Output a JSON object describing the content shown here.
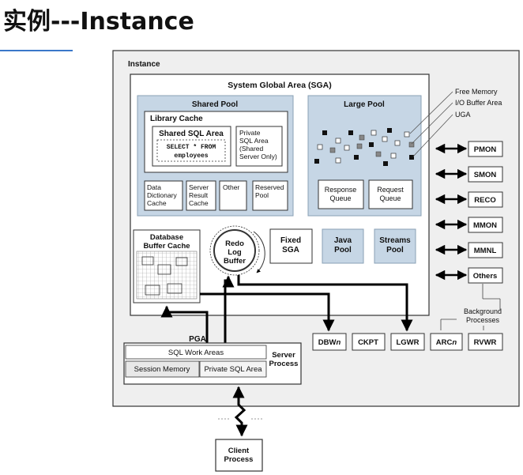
{
  "title": "实例---Instance",
  "instance_label": "Instance",
  "sga": {
    "label": "System Global Area (SGA)",
    "shared_pool": {
      "label": "Shared Pool",
      "library_cache": {
        "label": "Library Cache",
        "shared_sql_area": {
          "label": "Shared SQL Area",
          "code_line1": "SELECT * FROM",
          "code_line2": "employees"
        },
        "private_sql_area": {
          "line1": "Private",
          "line2": "SQL Area",
          "line3": "(Shared",
          "line4": "Server Only)"
        }
      },
      "data_dictionary_cache": {
        "line1": "Data",
        "line2": "Dictionary",
        "line3": "Cache"
      },
      "server_result_cache": {
        "line1": "Server",
        "line2": "Result",
        "line3": "Cache"
      },
      "other": "Other",
      "reserved_pool": {
        "line1": "Reserved",
        "line2": "Pool"
      }
    },
    "large_pool": {
      "label": "Large Pool",
      "response_queue": {
        "line1": "Response",
        "line2": "Queue"
      },
      "request_queue": {
        "line1": "Request",
        "line2": "Queue"
      }
    },
    "legend": {
      "free_memory": "Free Memory",
      "io_buffer_area": "I/O Buffer Area",
      "uga": "UGA"
    },
    "database_buffer_cache": {
      "line1": "Database",
      "line2": "Buffer Cache"
    },
    "redo_log_buffer": {
      "line1": "Redo",
      "line2": "Log",
      "line3": "Buffer"
    },
    "fixed_sga": {
      "line1": "Fixed",
      "line2": "SGA"
    },
    "java_pool": {
      "line1": "Java",
      "line2": "Pool"
    },
    "streams_pool": {
      "line1": "Streams",
      "line2": "Pool"
    }
  },
  "background_processes": {
    "label_line1": "Background",
    "label_line2": "Processes",
    "right_column": [
      "PMON",
      "SMON",
      "RECO",
      "MMON",
      "MMNL",
      "Others"
    ],
    "bottom_row": [
      {
        "prefix": "DBW",
        "suffix": "n"
      },
      {
        "prefix": "CKPT",
        "suffix": ""
      },
      {
        "prefix": "LGWR",
        "suffix": ""
      },
      {
        "prefix": "ARC",
        "suffix": "n"
      },
      {
        "prefix": "RVWR",
        "suffix": ""
      }
    ]
  },
  "pga": {
    "label": "PGA",
    "sql_work_areas": "SQL Work Areas",
    "session_memory": "Session Memory",
    "private_sql_area": "Private SQL Area"
  },
  "server_process": {
    "line1": "Server",
    "line2": "Process"
  },
  "client_process": {
    "line1": "Client",
    "line2": "Process"
  },
  "colors": {
    "pool_fill": "#c6d6e5",
    "dark_fill": "#e6e6e6",
    "instance_bg": "#f0f0f0"
  }
}
